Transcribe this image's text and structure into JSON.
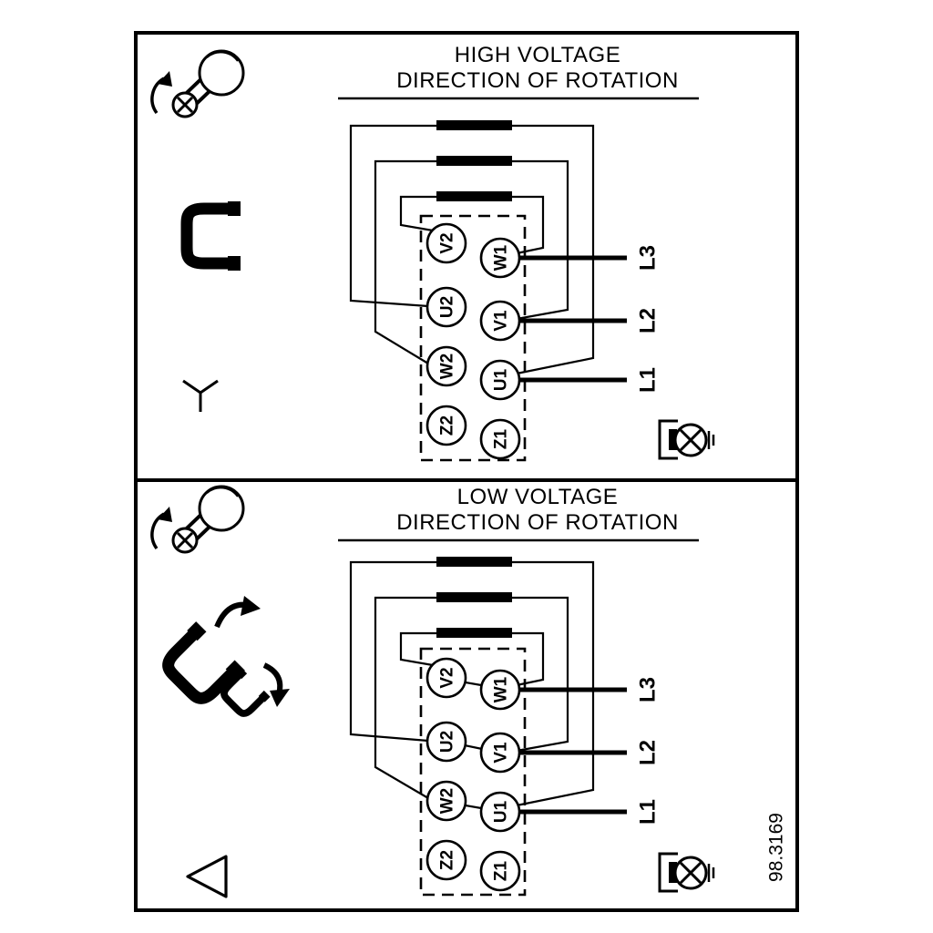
{
  "drawing_number": "98.3169",
  "colors": {
    "diagram_line": "#000000",
    "background": "#ffffff"
  },
  "icons": {
    "screw_rotation": "screw-with-turn-arrow",
    "jumper_link": "terminal-jumper",
    "jumper_reposition": "terminal-jumpers-with-move-arrows",
    "star_connection": "Y",
    "delta_connection": "△",
    "earth_terminal": "earth-screw"
  },
  "panels": [
    {
      "id": "high-voltage",
      "title_line1": "HIGH VOLTAGE",
      "title_line2": "DIRECTION OF ROTATION",
      "connection": "star",
      "terminals_left": [
        "V2",
        "U2",
        "W2",
        "Z2"
      ],
      "terminals_right": [
        "W1",
        "V1",
        "U1",
        "Z1"
      ],
      "supply_lines": [
        "L3",
        "L2",
        "L1"
      ]
    },
    {
      "id": "low-voltage",
      "title_line1": "LOW VOLTAGE",
      "title_line2": "DIRECTION OF ROTATION",
      "connection": "delta",
      "terminals_left": [
        "V2",
        "U2",
        "W2",
        "Z2"
      ],
      "terminals_right": [
        "W1",
        "V1",
        "U1",
        "Z1"
      ],
      "supply_lines": [
        "L3",
        "L2",
        "L1"
      ]
    }
  ]
}
